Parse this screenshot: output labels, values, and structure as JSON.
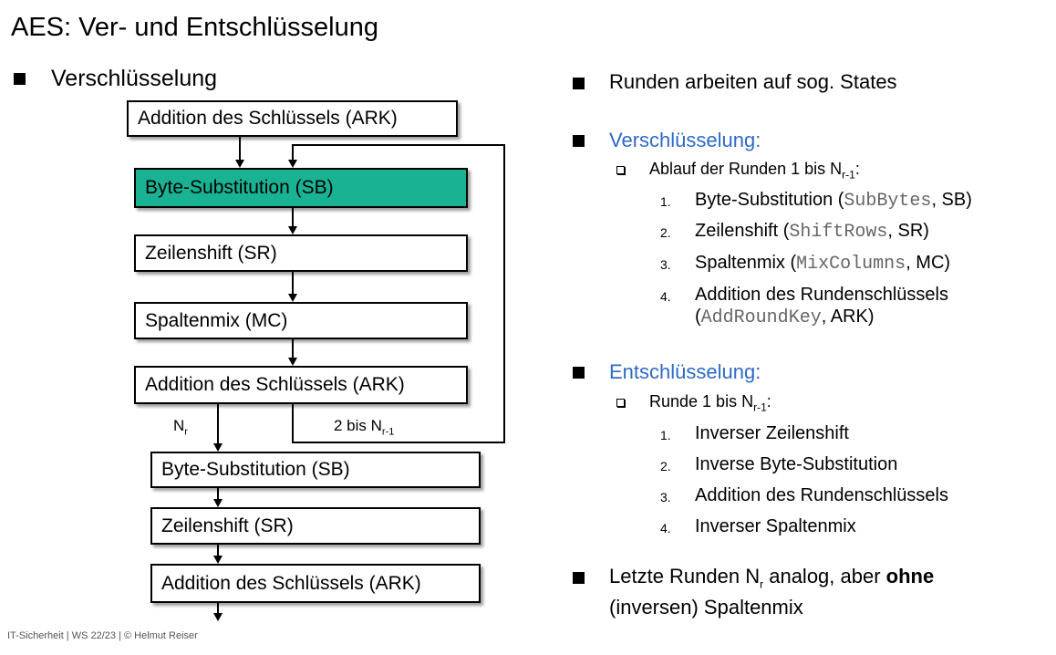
{
  "title": "AES: Ver- und Entschlüsselung",
  "left": {
    "heading": "Verschlüsselung",
    "boxes": [
      "Addition des Schlüssels (ARK)",
      "Byte-Substitution (SB)",
      "Zeilenshift (SR)",
      "Spaltenmix (MC)",
      "Addition des Schlüssels (ARK)",
      "Byte-Substitution (SB)",
      "Zeilenshift (SR)",
      "Addition des Schlüssels (ARK)"
    ],
    "label_nr": "N",
    "label_nr_sub": "r",
    "label_loop": "2 bis N",
    "label_loop_sub": "r-1",
    "highlight_color": "#19b394"
  },
  "right": {
    "bullet1": "Runden arbeiten auf sog. States",
    "enc": {
      "heading": "Verschlüsselung:",
      "sub": "Ablauf der Runden 1 bis N",
      "sub_sub": "r-1",
      "sub_suffix": ":",
      "items": [
        {
          "num": "1.",
          "pre": "Byte-Substitution (",
          "code": "SubBytes",
          "post": ", SB)"
        },
        {
          "num": "2.",
          "pre": "Zeilenshift (",
          "code": "ShiftRows",
          "post": ", SR)"
        },
        {
          "num": "3.",
          "pre": "Spaltenmix (",
          "code": "MixColumns",
          "post": ", MC)"
        },
        {
          "num": "4.",
          "pre": "Addition des Rundenschlüssels",
          "pre2": "(",
          "code": "AddRoundKey",
          "post": ", ARK)"
        }
      ]
    },
    "dec": {
      "heading": "Entschlüsselung:",
      "sub": "Runde 1 bis N",
      "sub_sub": "r-1",
      "sub_suffix": ":",
      "items": [
        {
          "num": "1.",
          "text": "Inverser Zeilenshift"
        },
        {
          "num": "2.",
          "text": "Inverse Byte-Substitution"
        },
        {
          "num": "3.",
          "text": "Addition des Rundenschlüssels"
        },
        {
          "num": "4.",
          "text": "Inverser Spaltenmix"
        }
      ]
    },
    "last": {
      "pre": "Letzte Runden N",
      "sub": "r",
      "mid": " analog, aber ",
      "bold": "ohne",
      "line2": "(inversen) Spaltenmix"
    },
    "heading_color": "#2f6ac6"
  },
  "footer": "IT-Sicherheit | WS 22/23 | © Helmut Reiser"
}
